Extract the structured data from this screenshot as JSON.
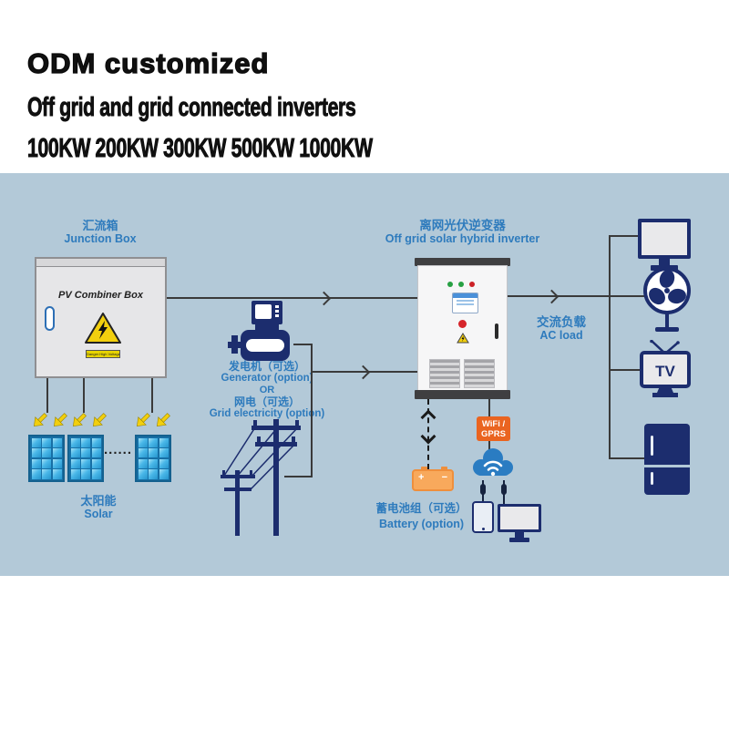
{
  "header": {
    "title": "ODM customized",
    "subtitle": "Off grid and grid connected inverters",
    "ratings": "100KW 200KW 300KW 500KW 1000KW"
  },
  "junction": {
    "label_cn": "汇流箱",
    "label_en": "Junction Box",
    "box_title": "PV Combiner Box",
    "danger_label": "Danger High Voltage"
  },
  "solar": {
    "label_cn": "太阳能",
    "label_en": "Solar",
    "dots": "......"
  },
  "generator": {
    "gen_cn": "发电机（可选）",
    "gen_en": "Generator (option)",
    "or": "OR",
    "grid_cn": "网电（可选）",
    "grid_en": "Grid electricity (option)"
  },
  "inverter": {
    "label_cn": "离网光伏逆变器",
    "label_en": "Off grid solar hybrid inverter"
  },
  "ac_load": {
    "label_cn": "交流负载",
    "label_en": "AC load"
  },
  "battery": {
    "label_cn": "蓄电池组（可选）",
    "label_en": "Battery (option)",
    "plus": "+",
    "minus": "−"
  },
  "wifi": {
    "badge_line1": "WiFi /",
    "badge_line2": "GPRS"
  },
  "tv_text": "TV",
  "colors": {
    "diagram_bg": "#b3c9d8",
    "label_blue": "#2e7bbd",
    "icon_navy": "#1c2d6e",
    "line_dark": "#3a3a3a",
    "warning_yellow": "#f2cf0e",
    "battery_orange": "#f8a95c",
    "wifi_orange": "#ea6420",
    "panel_blue": "#49b7e8"
  }
}
